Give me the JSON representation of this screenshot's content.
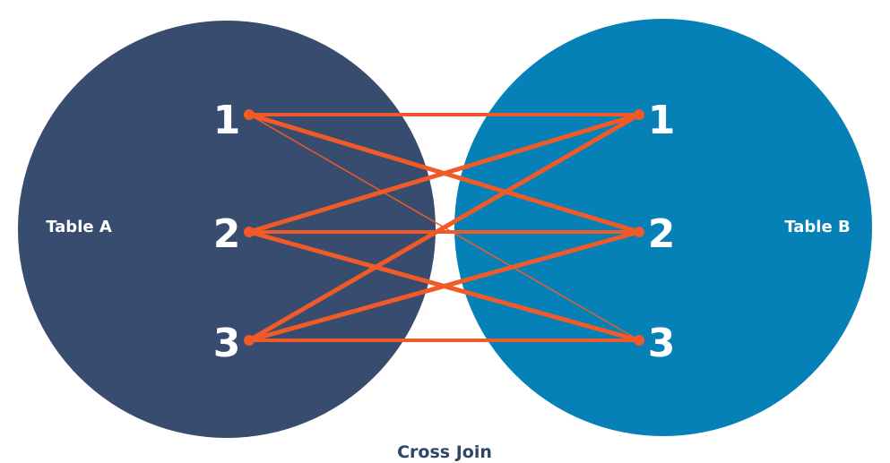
{
  "diagram": {
    "caption": "Cross Join",
    "colors": {
      "table_a_fill": "#374c6e",
      "table_b_fill": "#0681b8",
      "connector": "#ef5a28",
      "caption_text": "#2f4566"
    },
    "table_a": {
      "label": "Table A",
      "rows": [
        "1",
        "2",
        "3"
      ]
    },
    "table_b": {
      "label": "Table B",
      "rows": [
        "1",
        "2",
        "3"
      ]
    },
    "connections": [
      {
        "from": "1",
        "to": "1"
      },
      {
        "from": "1",
        "to": "2"
      },
      {
        "from": "1",
        "to": "3"
      },
      {
        "from": "2",
        "to": "1"
      },
      {
        "from": "2",
        "to": "2"
      },
      {
        "from": "2",
        "to": "3"
      },
      {
        "from": "3",
        "to": "1"
      },
      {
        "from": "3",
        "to": "2"
      },
      {
        "from": "3",
        "to": "3"
      }
    ]
  }
}
